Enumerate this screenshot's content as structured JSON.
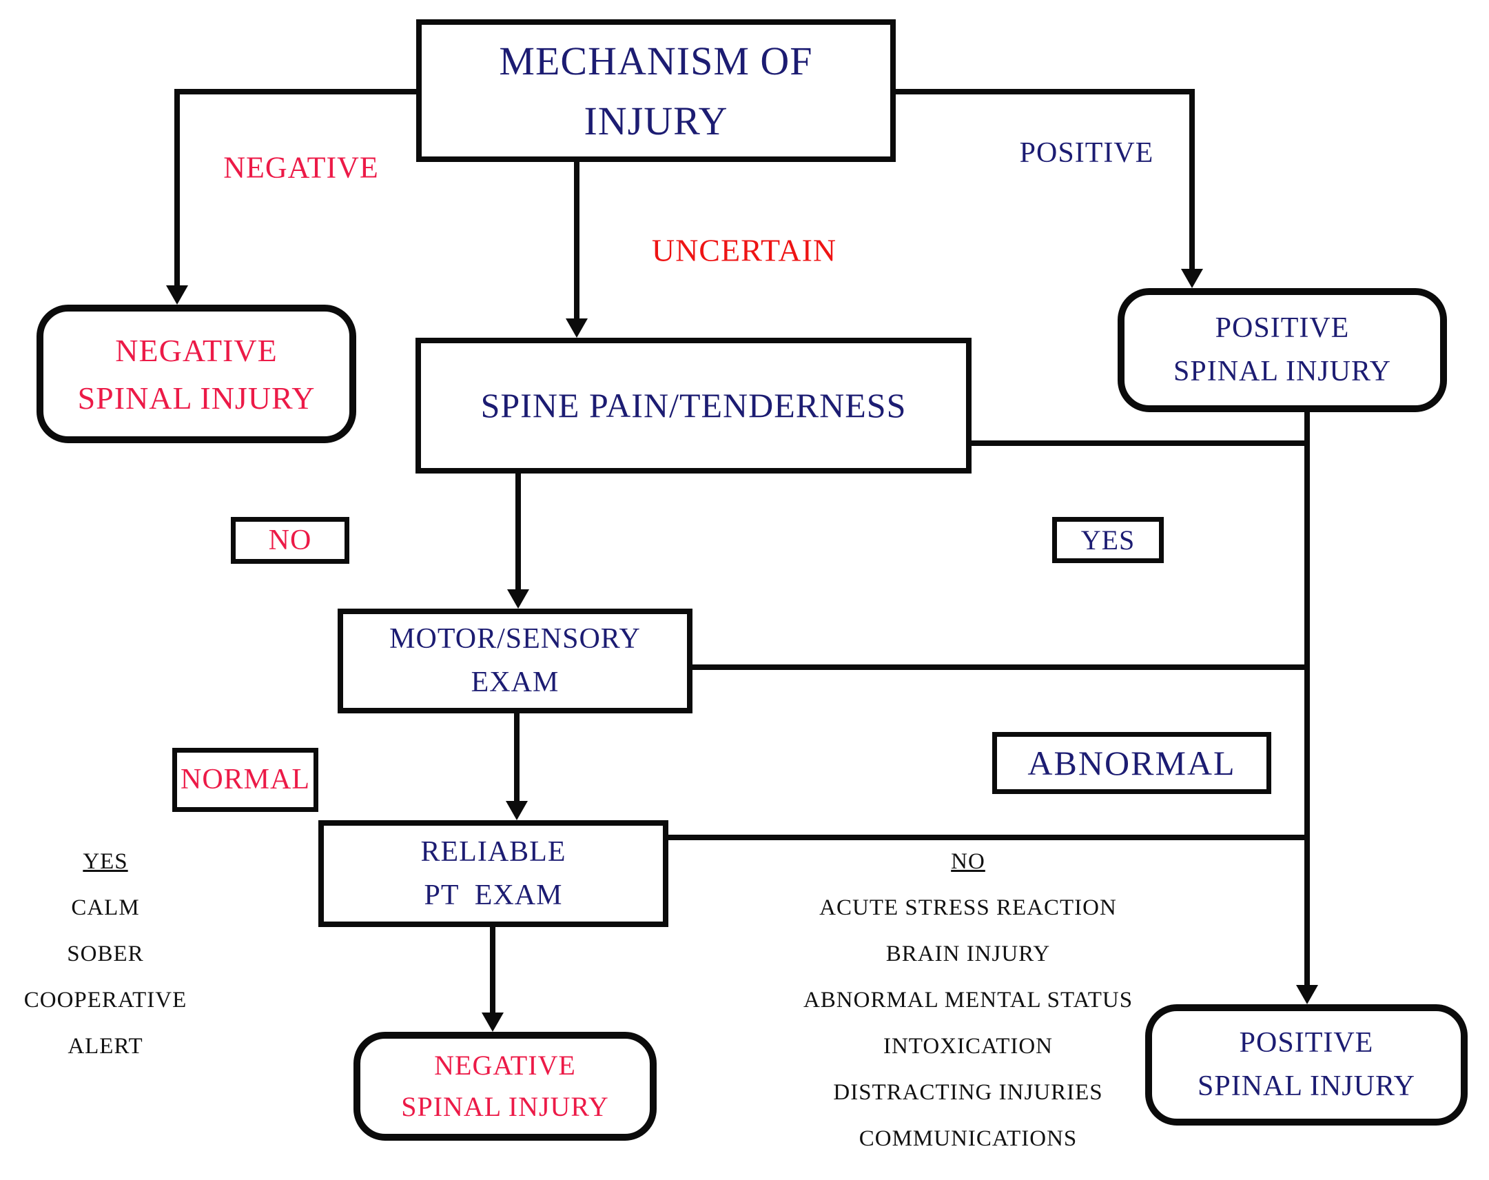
{
  "colors": {
    "navy": "#1c1c72",
    "red": "#ec1a47",
    "bright_red": "#ee1414",
    "line": "#0b0b0b"
  },
  "nodes": {
    "mechanism": {
      "line1": "MECHANISM OF",
      "line2": "INJURY"
    },
    "spine_pain": {
      "line1": "SPINE PAIN/TENDERNESS"
    },
    "motor_sensory": {
      "line1": "MOTOR/SENSORY",
      "line2": "EXAM"
    },
    "reliable_pt": {
      "line1": "RELIABLE",
      "line2": "PT  EXAM"
    },
    "negative_spinal_left": {
      "line1": "NEGATIVE",
      "line2": "SPINAL INJURY"
    },
    "positive_spinal_top": {
      "line1": "POSITIVE",
      "line2": "SPINAL INJURY"
    },
    "negative_spinal_bottom": {
      "line1": "NEGATIVE",
      "line2": "SPINAL INJURY"
    },
    "positive_spinal_bottom": {
      "line1": "POSITIVE",
      "line2": "SPINAL INJURY"
    }
  },
  "branch_labels": {
    "negative": "NEGATIVE",
    "positive": "POSITIVE",
    "uncertain": "UNCERTAIN",
    "no": "NO",
    "yes": "YES",
    "normal": "NORMAL",
    "abnormal": "ABNORMAL"
  },
  "pt_exam_reliable": {
    "heading": "YES",
    "items": [
      "CALM",
      "SOBER",
      "COOPERATIVE",
      "ALERT"
    ]
  },
  "pt_exam_unreliable": {
    "heading": "NO",
    "items": [
      "ACUTE STRESS REACTION",
      "BRAIN INJURY",
      "ABNORMAL MENTAL STATUS",
      "INTOXICATION",
      "DISTRACTING INJURIES",
      "COMMUNICATIONS"
    ]
  }
}
